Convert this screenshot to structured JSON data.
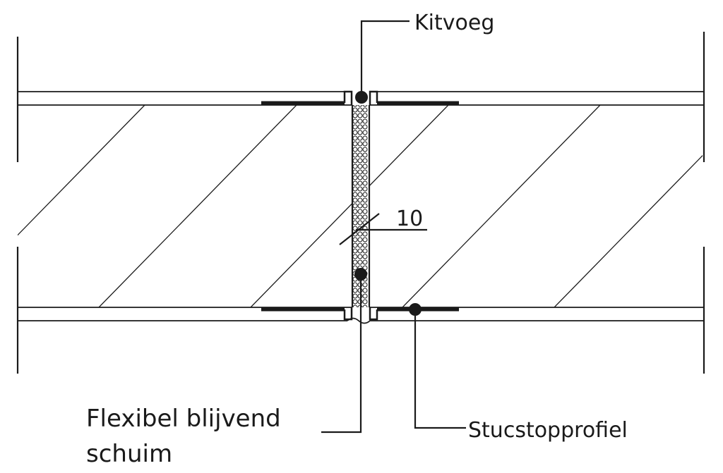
{
  "labels": {
    "sealant_joint": "Kitvoeg",
    "flexible_foam_line1": "Flexibel blijvend",
    "flexible_foam_line2": "schuim",
    "plaster_stop_profile": "Stucstopprofiel",
    "dimension": "10"
  },
  "colors": {
    "line": "#1a1a1a",
    "background": "#ffffff"
  }
}
